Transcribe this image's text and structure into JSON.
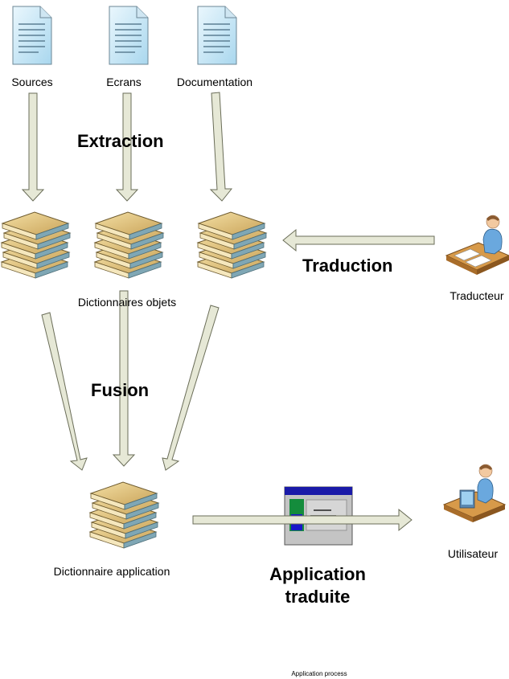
{
  "labels": {
    "sources": "Sources",
    "ecrans": "Ecrans",
    "documentation": "Documentation",
    "extraction": "Extraction",
    "dictionnaires_objets": "Dictionnaires objets",
    "traduction": "Traduction",
    "traducteur": "Traducteur",
    "fusion": "Fusion",
    "dictionnaire_application": "Dictionnaire application",
    "application_traduite_line1": "Application",
    "application_traduite_line2": "traduite",
    "utilisateur": "Utilisateur",
    "footer": "Application process"
  },
  "colors": {
    "arrow_fill": "#e6e8d6",
    "arrow_stroke": "#6a6d58",
    "doc_fill": "#d4ecf8",
    "book_cover": "#e4c779",
    "book_pages": "#f4e4b4",
    "book_spine": "#7ea6b4",
    "window_title": "#1a1aa8"
  }
}
